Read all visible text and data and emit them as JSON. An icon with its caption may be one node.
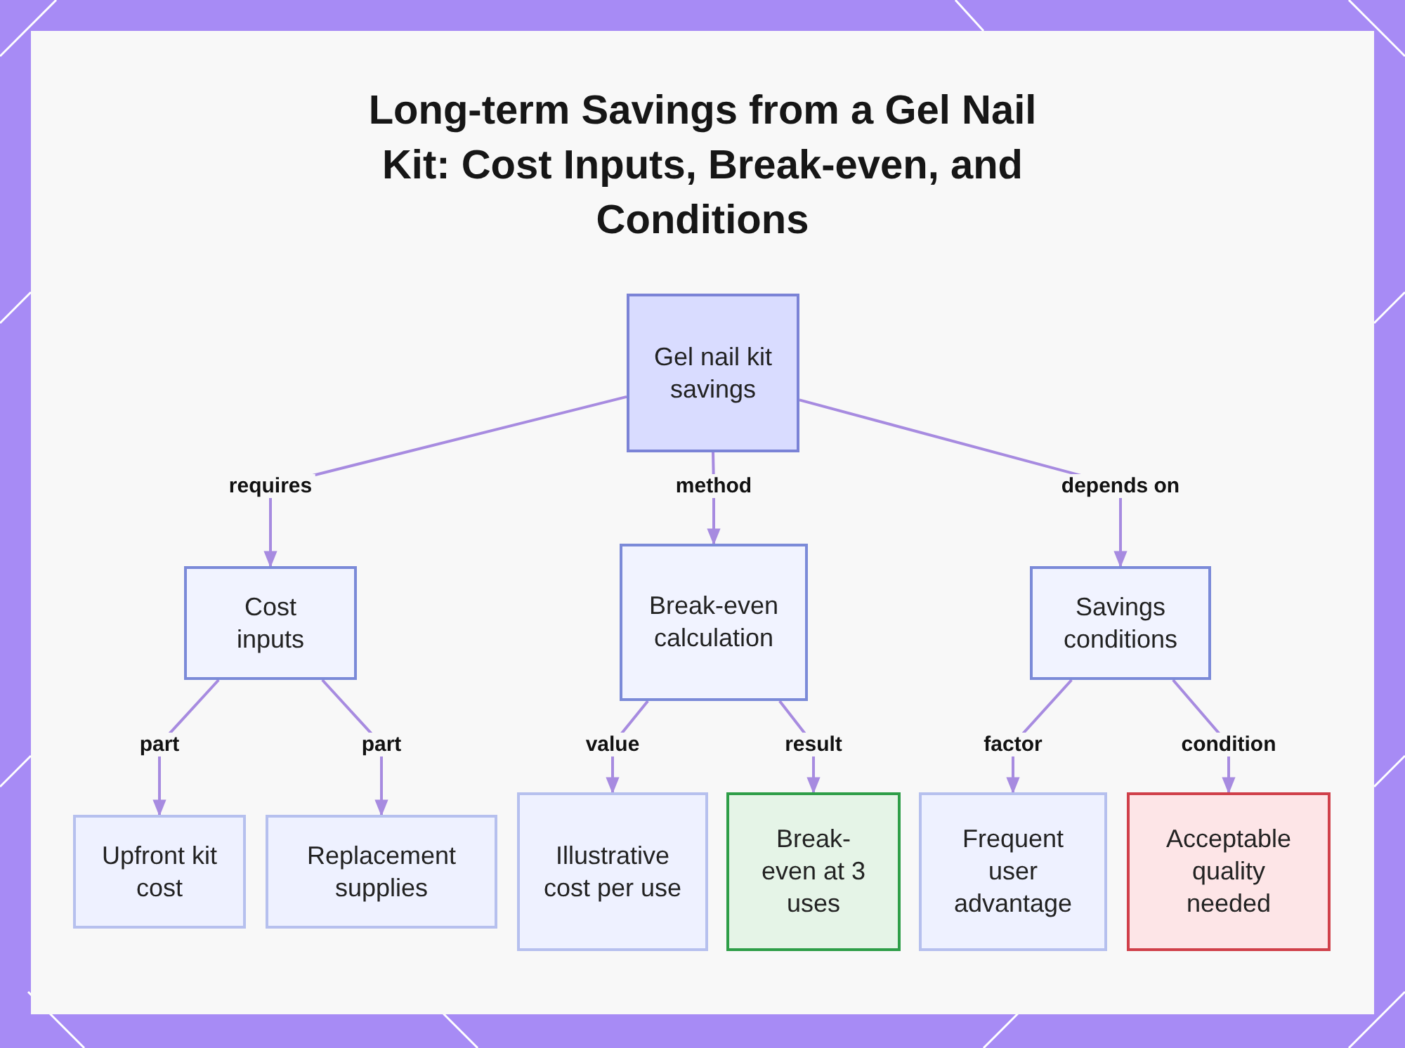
{
  "diagram": {
    "title": "Long-term Savings from a Gel Nail Kit: Cost Inputs, Break-even, and Conditions",
    "nodes": [
      {
        "text": [
          "Gel nail kit savings"
        ]
      },
      {
        "text": [
          "Cost inputs"
        ]
      },
      {
        "text": [
          "Break-even calculation"
        ]
      },
      {
        "text": [
          "Savings conditions"
        ]
      },
      {
        "text": [
          "Upfront kit cost"
        ]
      },
      {
        "text": [
          "Replacement supplies"
        ]
      },
      {
        "text": [
          "Illustrative cost per use"
        ]
      },
      {
        "text": [
          "Break-even at 3 uses"
        ]
      },
      {
        "text": [
          "Frequent user advantage"
        ]
      },
      {
        "text": [
          "Acceptable quality needed"
        ]
      }
    ],
    "edges": [
      {
        "from": 0,
        "to": 1,
        "arrow": "to",
        "label": "requires"
      },
      {
        "from": 0,
        "to": 2,
        "arrow": "to",
        "label": "method"
      },
      {
        "from": 0,
        "to": 3,
        "arrow": "to",
        "label": "depends on"
      },
      {
        "from": 1,
        "to": 4,
        "arrow": "to",
        "label": "part"
      },
      {
        "from": 1,
        "to": 5,
        "arrow": "to",
        "label": "part"
      },
      {
        "from": 2,
        "to": 6,
        "arrow": "to",
        "label": "value"
      },
      {
        "from": 2,
        "to": 7,
        "arrow": "to",
        "label": "result"
      },
      {
        "from": 3,
        "to": 8,
        "arrow": "to",
        "label": "factor"
      },
      {
        "from": 3,
        "to": 9,
        "arrow": "to",
        "label": "condition"
      }
    ]
  }
}
